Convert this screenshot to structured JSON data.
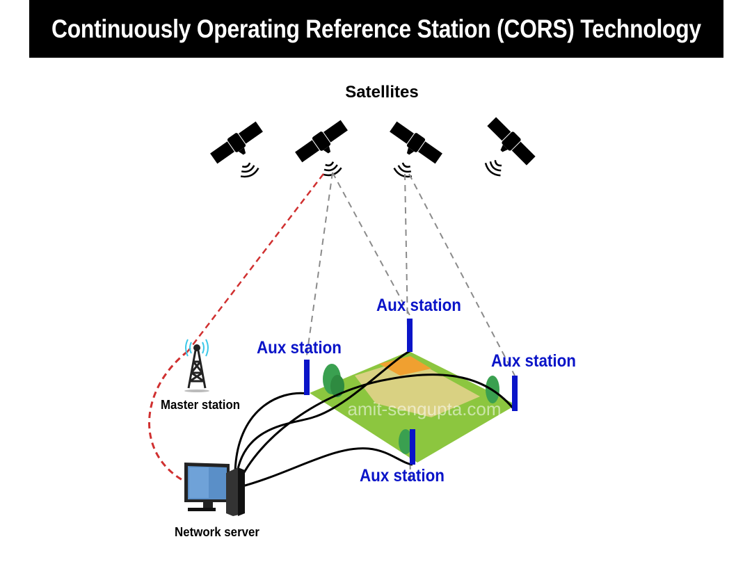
{
  "title": "Continuously Operating Reference Station (CORS) Technology",
  "labels": {
    "satellites": "Satellites",
    "master_station": "Master station",
    "network_server": "Network server",
    "aux_left": "Aux station",
    "aux_top": "Aux station",
    "aux_right": "Aux station",
    "aux_bottom": "Aux station"
  },
  "watermark": "amit-sengupta.com",
  "colors": {
    "title_bg": "#000000",
    "aux_station": "#0a14c8",
    "field": "#8cc63f",
    "master_link": "#d03030",
    "signal_link": "#888888"
  }
}
